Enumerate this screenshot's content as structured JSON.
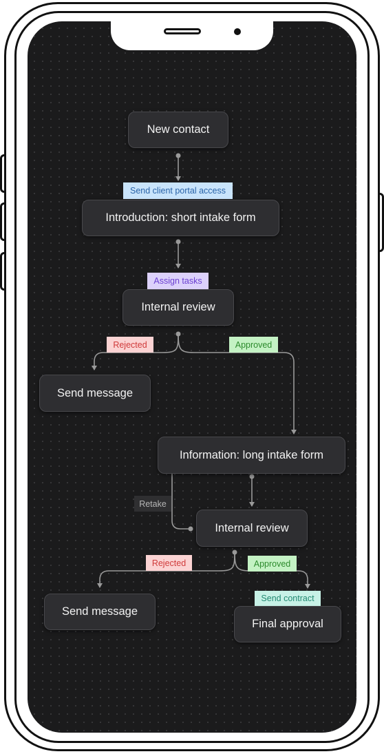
{
  "nodes": {
    "new_contact": "New contact",
    "introduction": "Introduction: short intake form",
    "internal_review_1": "Internal review",
    "send_message_1": "Send message",
    "information": "Information: long intake form",
    "internal_review_2": "Internal review",
    "send_message_2": "Send message",
    "final_approval": "Final approval"
  },
  "edge_labels": {
    "send_portal": "Send client portal access",
    "assign_tasks": "Assign tasks",
    "rejected_1": "Rejected",
    "approved_1": "Approved",
    "retake": "Retake",
    "rejected_2": "Rejected",
    "approved_2": "Approved",
    "send_contract": "Send contract"
  },
  "colors": {
    "screen_background": "#1b1b1c",
    "node_background": "#2e2e31",
    "edge": "#9a9a9a",
    "blue_label": "#c9e4fb",
    "purple_label": "#dcd1fb",
    "red_label": "#fbd3d3",
    "green_label": "#c4f2c4",
    "teal_label": "#c7f1e6"
  }
}
